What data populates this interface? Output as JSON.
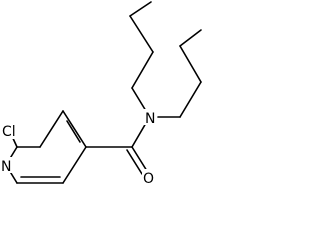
{
  "molecule": {
    "atoms": [
      {
        "symbol": "Cl"
      },
      {
        "symbol": "N"
      },
      {
        "symbol": "N"
      },
      {
        "symbol": "O"
      }
    ]
  }
}
